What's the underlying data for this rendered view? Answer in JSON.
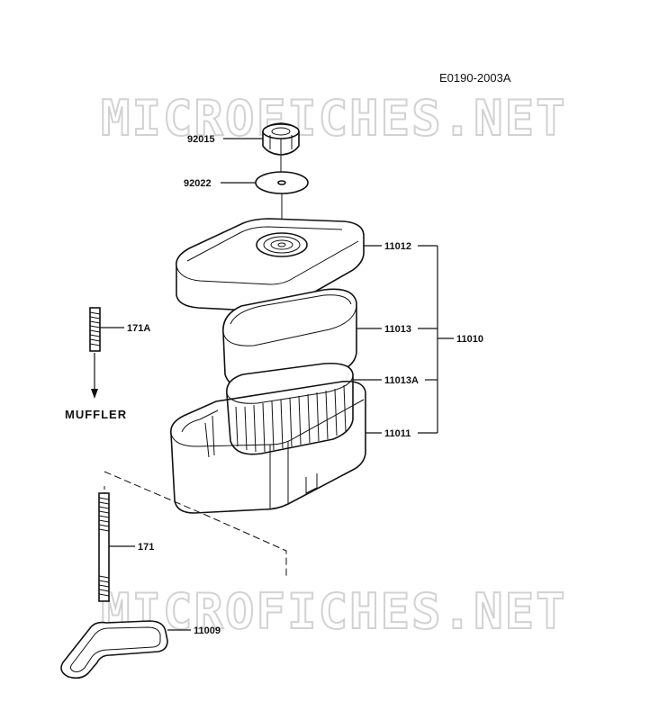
{
  "diagram": {
    "code": "E0190-2003A",
    "watermark": "MICROFICHES.NET",
    "labels": {
      "nut": "92015",
      "washer": "92022",
      "cover": "11012",
      "prefilter": "11013",
      "element": "11013A",
      "case": "11011",
      "assembly": "11010",
      "stud_short": "171A",
      "stud_long": "171",
      "gasket": "11009",
      "muffler": "MUFFLER"
    }
  }
}
